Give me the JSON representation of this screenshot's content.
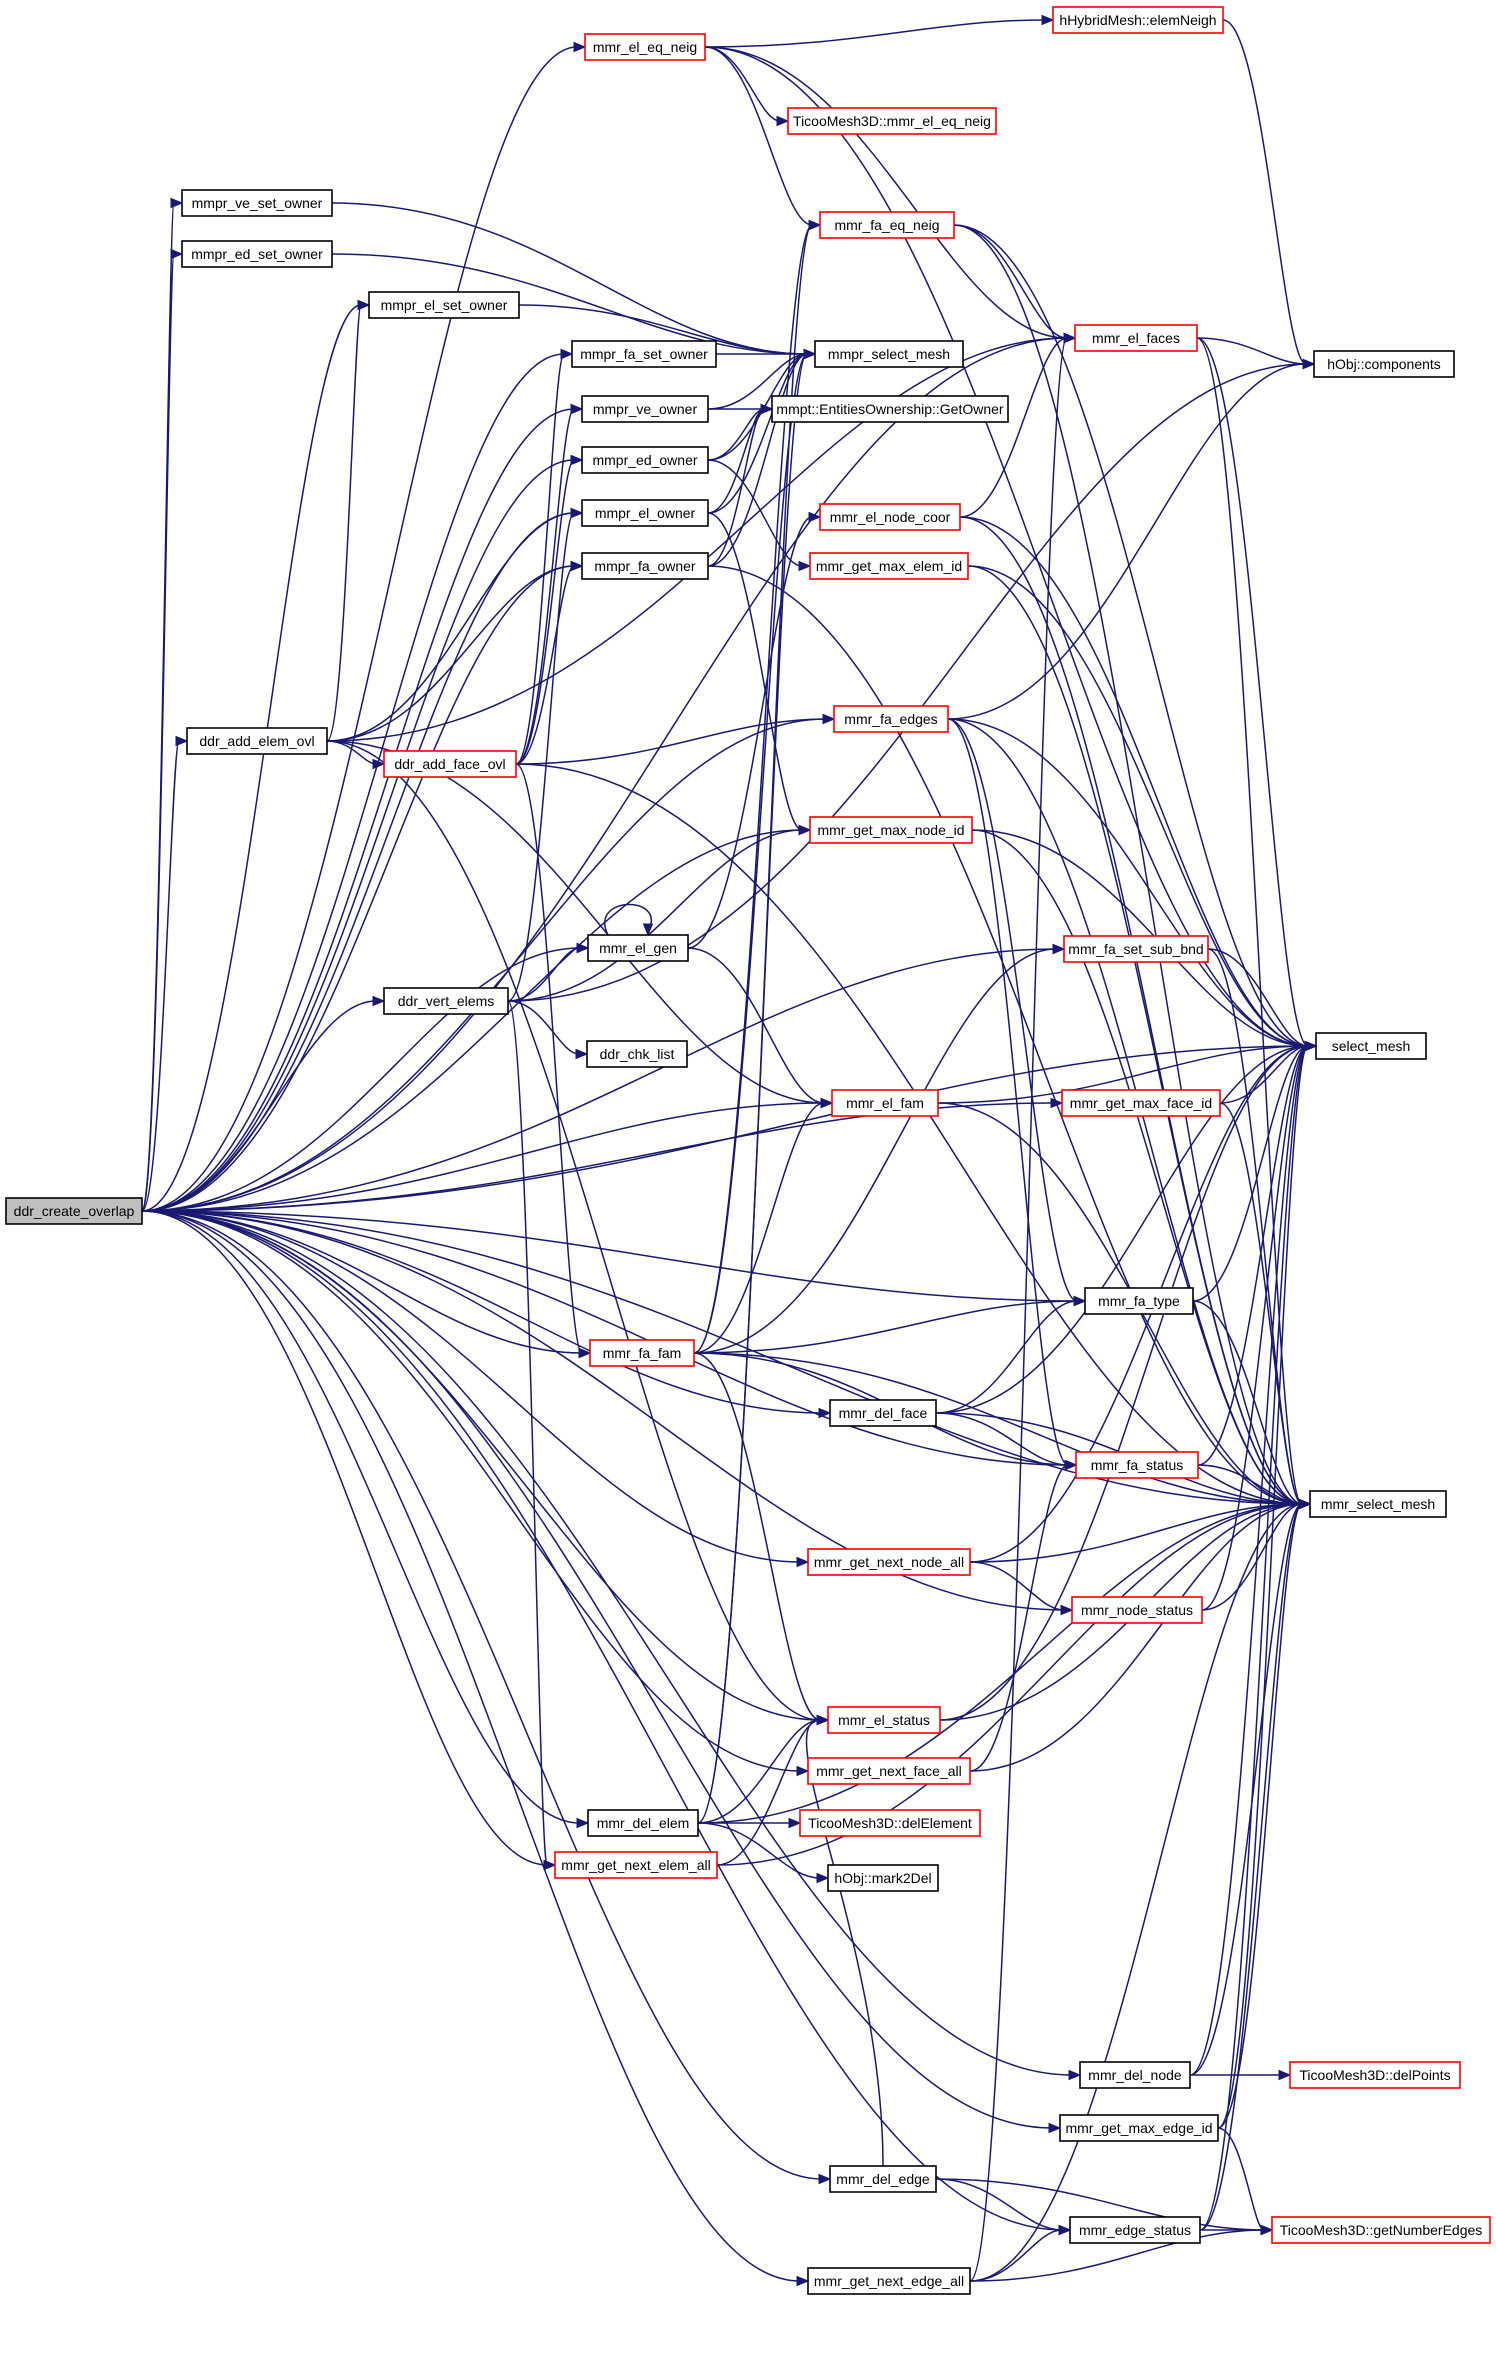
{
  "colors": {
    "edge": "#191970",
    "root_fill": "#bfbfbf",
    "node_fill": "#ffffff",
    "border_plain": "#000000",
    "border_truncated": "#ff0000",
    "background": "#ffffff"
  },
  "nodes": [
    {
      "id": "ddr_create_overlap",
      "label": "ddr_create_overlap",
      "kind": "root"
    },
    {
      "id": "mmr_el_eq_neig",
      "label": "mmr_el_eq_neig",
      "kind": "truncated"
    },
    {
      "id": "hHybridMesh_elemNeigh",
      "label": "hHybridMesh::elemNeigh",
      "kind": "truncated"
    },
    {
      "id": "TicooMesh3D_mmr_el_eq_neig",
      "label": "TicooMesh3D::mmr_el_eq_neig",
      "kind": "truncated"
    },
    {
      "id": "mmpr_ve_set_owner",
      "label": "mmpr_ve_set_owner",
      "kind": "plain"
    },
    {
      "id": "mmr_fa_eq_neig",
      "label": "mmr_fa_eq_neig",
      "kind": "truncated"
    },
    {
      "id": "mmpr_ed_set_owner",
      "label": "mmpr_ed_set_owner",
      "kind": "plain"
    },
    {
      "id": "mmr_el_faces",
      "label": "mmr_el_faces",
      "kind": "truncated"
    },
    {
      "id": "mmpr_el_set_owner",
      "label": "mmpr_el_set_owner",
      "kind": "plain"
    },
    {
      "id": "mmpr_fa_set_owner",
      "label": "mmpr_fa_set_owner",
      "kind": "plain"
    },
    {
      "id": "mmpr_select_mesh",
      "label": "mmpr_select_mesh",
      "kind": "plain"
    },
    {
      "id": "hObj_components",
      "label": "hObj::components",
      "kind": "plain"
    },
    {
      "id": "mmpr_ve_owner",
      "label": "mmpr_ve_owner",
      "kind": "plain"
    },
    {
      "id": "mmpt_GetOwner",
      "label": "mmpt::EntitiesOwnership::GetOwner",
      "kind": "plain"
    },
    {
      "id": "mmpr_ed_owner",
      "label": "mmpr_ed_owner",
      "kind": "plain"
    },
    {
      "id": "mmr_el_node_coor",
      "label": "mmr_el_node_coor",
      "kind": "truncated"
    },
    {
      "id": "mmpr_el_owner",
      "label": "mmpr_el_owner",
      "kind": "plain"
    },
    {
      "id": "mmr_get_max_elem_id",
      "label": "mmr_get_max_elem_id",
      "kind": "truncated"
    },
    {
      "id": "mmpr_fa_owner",
      "label": "mmpr_fa_owner",
      "kind": "plain"
    },
    {
      "id": "mmr_fa_edges",
      "label": "mmr_fa_edges",
      "kind": "truncated"
    },
    {
      "id": "ddr_add_elem_ovl",
      "label": "ddr_add_elem_ovl",
      "kind": "plain"
    },
    {
      "id": "ddr_add_face_ovl",
      "label": "ddr_add_face_ovl",
      "kind": "truncated"
    },
    {
      "id": "mmr_get_max_node_id",
      "label": "mmr_get_max_node_id",
      "kind": "truncated"
    },
    {
      "id": "mmr_el_gen",
      "label": "mmr_el_gen",
      "kind": "plain"
    },
    {
      "id": "mmr_fa_set_sub_bnd",
      "label": "mmr_fa_set_sub_bnd",
      "kind": "truncated"
    },
    {
      "id": "ddr_vert_elems",
      "label": "ddr_vert_elems",
      "kind": "plain"
    },
    {
      "id": "select_mesh",
      "label": "select_mesh",
      "kind": "plain"
    },
    {
      "id": "ddr_chk_list",
      "label": "ddr_chk_list",
      "kind": "plain"
    },
    {
      "id": "mmr_el_fam",
      "label": "mmr_el_fam",
      "kind": "truncated"
    },
    {
      "id": "mmr_get_max_face_id",
      "label": "mmr_get_max_face_id",
      "kind": "truncated"
    },
    {
      "id": "mmr_fa_type",
      "label": "mmr_fa_type",
      "kind": "plain"
    },
    {
      "id": "mmr_fa_fam",
      "label": "mmr_fa_fam",
      "kind": "truncated"
    },
    {
      "id": "mmr_del_face",
      "label": "mmr_del_face",
      "kind": "plain"
    },
    {
      "id": "mmr_fa_status",
      "label": "mmr_fa_status",
      "kind": "truncated"
    },
    {
      "id": "mmr_select_mesh",
      "label": "mmr_select_mesh",
      "kind": "plain"
    },
    {
      "id": "mmr_get_next_node_all",
      "label": "mmr_get_next_node_all",
      "kind": "truncated"
    },
    {
      "id": "mmr_node_status",
      "label": "mmr_node_status",
      "kind": "truncated"
    },
    {
      "id": "mmr_el_status",
      "label": "mmr_el_status",
      "kind": "truncated"
    },
    {
      "id": "mmr_get_next_face_all",
      "label": "mmr_get_next_face_all",
      "kind": "truncated"
    },
    {
      "id": "mmr_del_elem",
      "label": "mmr_del_elem",
      "kind": "plain"
    },
    {
      "id": "TicooMesh3D_delElement",
      "label": "TicooMesh3D::delElement",
      "kind": "truncated"
    },
    {
      "id": "mmr_get_next_elem_all",
      "label": "mmr_get_next_elem_all",
      "kind": "truncated"
    },
    {
      "id": "hObj_mark2Del",
      "label": "hObj::mark2Del",
      "kind": "plain"
    },
    {
      "id": "mmr_del_node",
      "label": "mmr_del_node",
      "kind": "plain"
    },
    {
      "id": "TicooMesh3D_delPoints",
      "label": "TicooMesh3D::delPoints",
      "kind": "truncated"
    },
    {
      "id": "mmr_get_max_edge_id",
      "label": "mmr_get_max_edge_id",
      "kind": "plain"
    },
    {
      "id": "mmr_del_edge",
      "label": "mmr_del_edge",
      "kind": "plain"
    },
    {
      "id": "mmr_edge_status",
      "label": "mmr_edge_status",
      "kind": "plain"
    },
    {
      "id": "TicooMesh3D_getNumberEdges",
      "label": "TicooMesh3D::getNumberEdges",
      "kind": "truncated"
    },
    {
      "id": "mmr_get_next_edge_all",
      "label": "mmr_get_next_edge_all",
      "kind": "plain"
    }
  ],
  "edges": [
    [
      "ddr_create_overlap",
      "mmr_el_eq_neig"
    ],
    [
      "ddr_create_overlap",
      "mmpr_ve_set_owner"
    ],
    [
      "ddr_create_overlap",
      "mmpr_ed_set_owner"
    ],
    [
      "ddr_create_overlap",
      "mmpr_el_set_owner"
    ],
    [
      "ddr_create_overlap",
      "mmpr_fa_set_owner"
    ],
    [
      "ddr_create_overlap",
      "mmpr_ve_owner"
    ],
    [
      "ddr_create_overlap",
      "mmpr_ed_owner"
    ],
    [
      "ddr_create_overlap",
      "mmpr_el_owner"
    ],
    [
      "ddr_create_overlap",
      "mmpr_fa_owner"
    ],
    [
      "ddr_create_overlap",
      "ddr_add_elem_ovl"
    ],
    [
      "ddr_create_overlap",
      "ddr_vert_elems"
    ],
    [
      "ddr_create_overlap",
      "mmr_el_gen"
    ],
    [
      "ddr_create_overlap",
      "mmr_el_fam"
    ],
    [
      "ddr_create_overlap",
      "mmr_fa_fam"
    ],
    [
      "ddr_create_overlap",
      "mmr_fa_edges"
    ],
    [
      "ddr_create_overlap",
      "mmr_get_max_node_id"
    ],
    [
      "ddr_create_overlap",
      "mmr_fa_set_sub_bnd"
    ],
    [
      "ddr_create_overlap",
      "mmr_get_max_face_id"
    ],
    [
      "ddr_create_overlap",
      "mmr_fa_type"
    ],
    [
      "ddr_create_overlap",
      "mmr_del_face"
    ],
    [
      "ddr_create_overlap",
      "mmr_fa_status"
    ],
    [
      "ddr_create_overlap",
      "mmr_get_next_node_all"
    ],
    [
      "ddr_create_overlap",
      "mmr_node_status"
    ],
    [
      "ddr_create_overlap",
      "mmr_el_status"
    ],
    [
      "ddr_create_overlap",
      "mmr_get_next_face_all"
    ],
    [
      "ddr_create_overlap",
      "mmr_del_elem"
    ],
    [
      "ddr_create_overlap",
      "mmr_get_next_elem_all"
    ],
    [
      "ddr_create_overlap",
      "mmr_del_node"
    ],
    [
      "ddr_create_overlap",
      "mmr_get_max_edge_id"
    ],
    [
      "ddr_create_overlap",
      "mmr_del_edge"
    ],
    [
      "ddr_create_overlap",
      "mmr_edge_status"
    ],
    [
      "ddr_create_overlap",
      "mmr_get_next_edge_all"
    ],
    [
      "ddr_create_overlap",
      "select_mesh"
    ],
    [
      "ddr_create_overlap",
      "mmr_select_mesh"
    ],
    [
      "ddr_create_overlap",
      "mmr_el_faces"
    ],
    [
      "mmr_el_eq_neig",
      "hHybridMesh_elemNeigh"
    ],
    [
      "mmr_el_eq_neig",
      "TicooMesh3D_mmr_el_eq_neig"
    ],
    [
      "mmr_el_eq_neig",
      "mmr_fa_eq_neig"
    ],
    [
      "mmr_el_eq_neig",
      "mmr_el_faces"
    ],
    [
      "mmr_el_eq_neig",
      "select_mesh"
    ],
    [
      "hHybridMesh_elemNeigh",
      "hObj_components"
    ],
    [
      "mmpr_ve_set_owner",
      "mmpr_select_mesh"
    ],
    [
      "mmpr_ed_set_owner",
      "mmpr_select_mesh"
    ],
    [
      "mmpr_el_set_owner",
      "mmpr_select_mesh"
    ],
    [
      "mmpr_fa_set_owner",
      "mmpr_select_mesh"
    ],
    [
      "mmpr_ve_owner",
      "mmpr_select_mesh"
    ],
    [
      "mmpr_ve_owner",
      "mmpt_GetOwner"
    ],
    [
      "mmpr_ed_owner",
      "mmpr_select_mesh"
    ],
    [
      "mmpr_ed_owner",
      "mmpt_GetOwner"
    ],
    [
      "mmpr_ed_owner",
      "mmr_get_max_elem_id"
    ],
    [
      "mmpr_el_owner",
      "mmpr_select_mesh"
    ],
    [
      "mmpr_el_owner",
      "mmpt_GetOwner"
    ],
    [
      "mmpr_el_owner",
      "mmr_get_max_node_id"
    ],
    [
      "mmpr_fa_owner",
      "mmpr_select_mesh"
    ],
    [
      "mmpr_fa_owner",
      "mmpt_GetOwner"
    ],
    [
      "mmpr_fa_owner",
      "mmr_select_mesh"
    ],
    [
      "mmr_fa_eq_neig",
      "mmr_el_faces"
    ],
    [
      "mmr_fa_eq_neig",
      "select_mesh"
    ],
    [
      "mmr_fa_eq_neig",
      "mmr_select_mesh"
    ],
    [
      "mmr_el_faces",
      "hObj_components"
    ],
    [
      "mmr_el_faces",
      "select_mesh"
    ],
    [
      "mmr_el_faces",
      "mmr_select_mesh"
    ],
    [
      "mmr_el_node_coor",
      "mmr_el_faces"
    ],
    [
      "mmr_el_node_coor",
      "select_mesh"
    ],
    [
      "mmr_el_node_coor",
      "mmr_select_mesh"
    ],
    [
      "mmr_get_max_elem_id",
      "select_mesh"
    ],
    [
      "mmr_get_max_elem_id",
      "mmr_select_mesh"
    ],
    [
      "mmr_fa_edges",
      "hObj_components"
    ],
    [
      "mmr_fa_edges",
      "select_mesh"
    ],
    [
      "mmr_fa_edges",
      "mmr_select_mesh"
    ],
    [
      "mmr_fa_edges",
      "mmr_fa_type"
    ],
    [
      "mmr_fa_edges",
      "mmr_fa_status"
    ],
    [
      "ddr_add_elem_ovl",
      "mmpr_el_set_owner"
    ],
    [
      "ddr_add_elem_ovl",
      "mmpr_el_owner"
    ],
    [
      "ddr_add_elem_ovl",
      "mmpr_fa_owner"
    ],
    [
      "ddr_add_elem_ovl",
      "ddr_add_face_ovl"
    ],
    [
      "ddr_add_elem_ovl",
      "mmr_el_fam"
    ],
    [
      "ddr_add_elem_ovl",
      "mmr_el_status"
    ],
    [
      "ddr_add_elem_ovl",
      "mmr_el_faces"
    ],
    [
      "ddr_add_face_ovl",
      "mmpr_fa_set_owner"
    ],
    [
      "ddr_add_face_ovl",
      "mmpr_ve_owner"
    ],
    [
      "ddr_add_face_ovl",
      "mmpr_ed_owner"
    ],
    [
      "ddr_add_face_ovl",
      "mmpr_fa_owner"
    ],
    [
      "ddr_add_face_ovl",
      "mmr_fa_edges"
    ],
    [
      "ddr_add_face_ovl",
      "mmr_fa_fam"
    ],
    [
      "ddr_add_face_ovl",
      "mmr_select_mesh"
    ],
    [
      "mmr_get_max_node_id",
      "select_mesh"
    ],
    [
      "mmr_get_max_node_id",
      "mmr_select_mesh"
    ],
    [
      "mmr_el_gen",
      "mmr_el_gen"
    ],
    [
      "mmr_el_gen",
      "mmr_el_fam"
    ],
    [
      "mmr_el_gen",
      "mmr_el_node_coor"
    ],
    [
      "mmr_fa_set_sub_bnd",
      "select_mesh"
    ],
    [
      "mmr_fa_set_sub_bnd",
      "mmr_select_mesh"
    ],
    [
      "ddr_vert_elems",
      "mmr_el_gen"
    ],
    [
      "ddr_vert_elems",
      "ddr_chk_list"
    ],
    [
      "ddr_vert_elems",
      "mmr_get_max_node_id"
    ],
    [
      "ddr_vert_elems",
      "mmr_get_next_elem_all"
    ],
    [
      "ddr_vert_elems",
      "mmpr_el_owner"
    ],
    [
      "ddr_vert_elems",
      "hObj_components"
    ],
    [
      "mmr_el_fam",
      "select_mesh"
    ],
    [
      "mmr_el_fam",
      "mmr_select_mesh"
    ],
    [
      "mmr_get_max_face_id",
      "select_mesh"
    ],
    [
      "mmr_get_max_face_id",
      "mmr_select_mesh"
    ],
    [
      "mmr_fa_type",
      "select_mesh"
    ],
    [
      "mmr_fa_type",
      "mmr_select_mesh"
    ],
    [
      "mmr_fa_fam",
      "mmr_fa_eq_neig"
    ],
    [
      "mmr_fa_fam",
      "mmpr_select_mesh"
    ],
    [
      "mmr_fa_fam",
      "mmr_el_fam"
    ],
    [
      "mmr_fa_fam",
      "mmr_fa_set_sub_bnd"
    ],
    [
      "mmr_fa_fam",
      "mmr_fa_type"
    ],
    [
      "mmr_fa_fam",
      "mmr_fa_status"
    ],
    [
      "mmr_fa_fam",
      "mmr_el_status"
    ],
    [
      "mmr_fa_fam",
      "mmr_select_mesh"
    ],
    [
      "mmr_del_face",
      "mmr_fa_type"
    ],
    [
      "mmr_del_face",
      "mmr_fa_status"
    ],
    [
      "mmr_del_face",
      "select_mesh"
    ],
    [
      "mmr_del_face",
      "mmr_select_mesh"
    ],
    [
      "mmr_fa_status",
      "select_mesh"
    ],
    [
      "mmr_fa_status",
      "mmr_select_mesh"
    ],
    [
      "mmr_get_next_node_all",
      "mmr_node_status"
    ],
    [
      "mmr_get_next_node_all",
      "select_mesh"
    ],
    [
      "mmr_get_next_node_all",
      "mmr_select_mesh"
    ],
    [
      "mmr_node_status",
      "select_mesh"
    ],
    [
      "mmr_node_status",
      "mmr_select_mesh"
    ],
    [
      "mmr_el_status",
      "select_mesh"
    ],
    [
      "mmr_el_status",
      "mmr_select_mesh"
    ],
    [
      "mmr_get_next_face_all",
      "mmr_fa_status"
    ],
    [
      "mmr_get_next_face_all",
      "mmr_select_mesh"
    ],
    [
      "mmr_del_elem",
      "mmr_el_status"
    ],
    [
      "mmr_del_elem",
      "TicooMesh3D_delElement"
    ],
    [
      "mmr_del_elem",
      "hObj_mark2Del"
    ],
    [
      "mmr_del_elem",
      "mmr_select_mesh"
    ],
    [
      "mmr_del_elem",
      "mmpr_select_mesh"
    ],
    [
      "mmr_del_elem",
      "mmr_fa_eq_neig"
    ],
    [
      "mmr_get_next_elem_all",
      "mmr_el_status"
    ],
    [
      "mmr_get_next_elem_all",
      "mmr_select_mesh"
    ],
    [
      "mmr_del_node",
      "TicooMesh3D_delPoints"
    ],
    [
      "mmr_del_node",
      "select_mesh"
    ],
    [
      "mmr_del_node",
      "mmr_select_mesh"
    ],
    [
      "mmr_get_max_edge_id",
      "select_mesh"
    ],
    [
      "mmr_get_max_edge_id",
      "mmr_select_mesh"
    ],
    [
      "mmr_get_max_edge_id",
      "TicooMesh3D_getNumberEdges"
    ],
    [
      "mmr_del_edge",
      "mmr_edge_status"
    ],
    [
      "mmr_del_edge",
      "TicooMesh3D_getNumberEdges"
    ],
    [
      "mmr_del_edge",
      "mmr_el_status"
    ],
    [
      "mmr_edge_status",
      "TicooMesh3D_getNumberEdges"
    ],
    [
      "mmr_edge_status",
      "select_mesh"
    ],
    [
      "mmr_edge_status",
      "mmr_select_mesh"
    ],
    [
      "mmr_get_next_edge_all",
      "mmr_edge_status"
    ],
    [
      "mmr_get_next_edge_all",
      "TicooMesh3D_getNumberEdges"
    ],
    [
      "mmr_get_next_edge_all",
      "mmr_select_mesh"
    ],
    [
      "mmr_get_next_edge_all",
      "mmr_el_faces"
    ]
  ]
}
